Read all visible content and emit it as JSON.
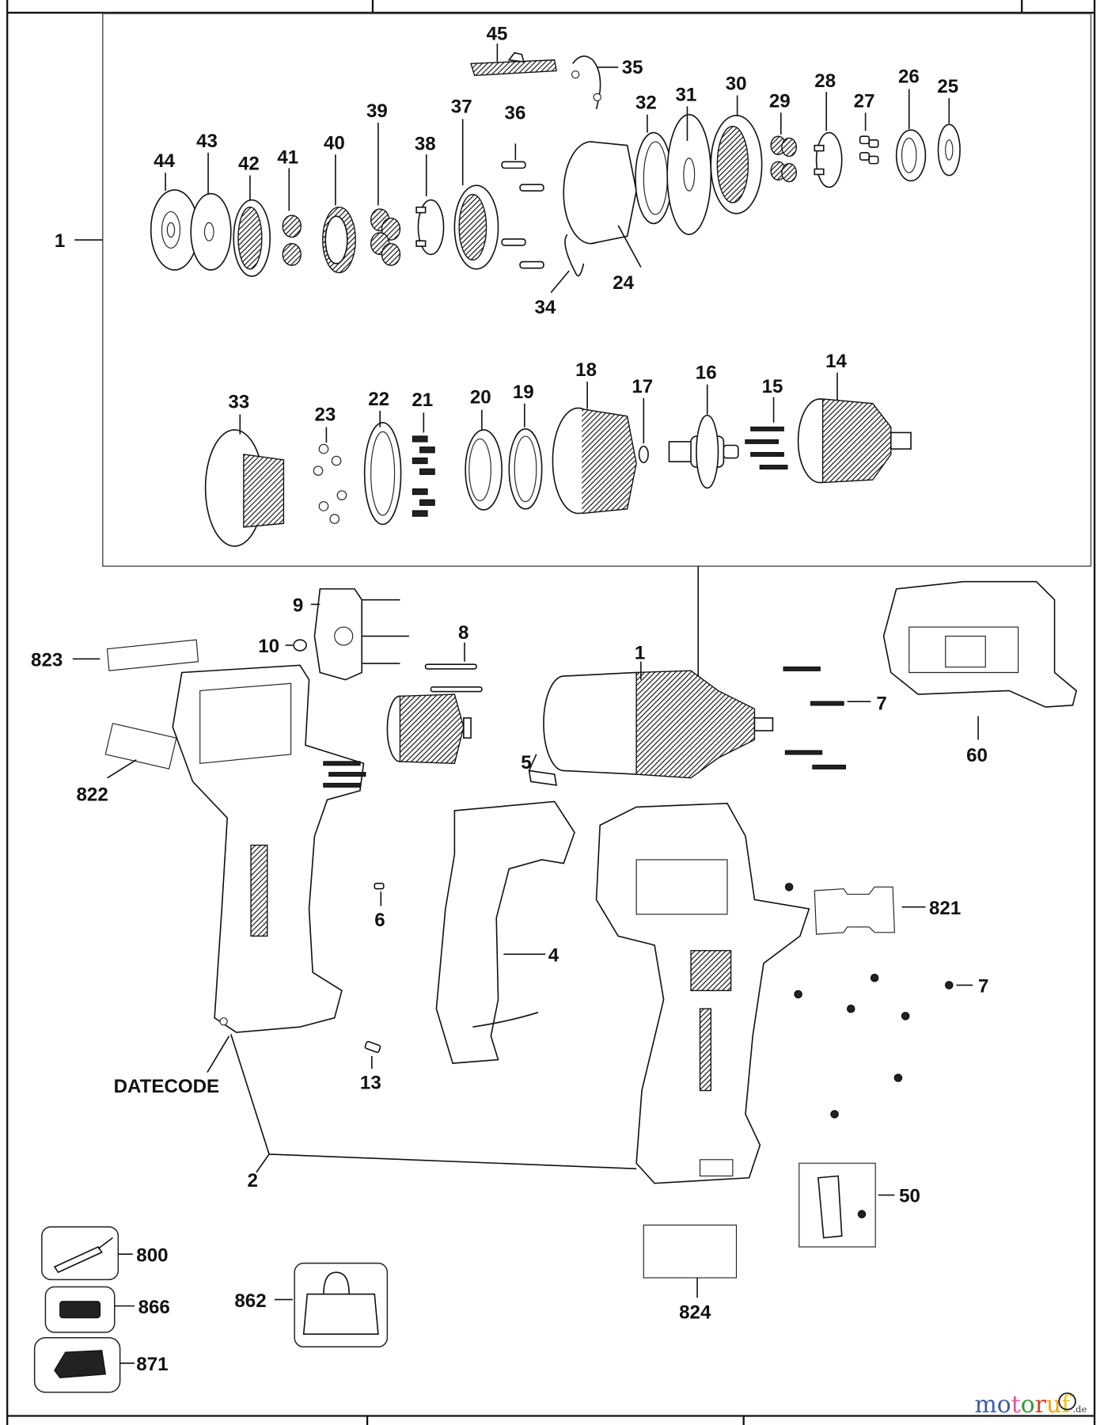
{
  "diagram": {
    "title": "Exploded parts diagram – cordless drill/driver",
    "callouts": {
      "top_row": [
        "45",
        "35",
        "44",
        "43",
        "42",
        "41",
        "40",
        "39",
        "38",
        "37",
        "36",
        "32",
        "31",
        "30",
        "29",
        "28",
        "27",
        "26",
        "25",
        "24",
        "34"
      ],
      "gear_assembly": "1",
      "second_row": [
        "33",
        "23",
        "22",
        "21",
        "20",
        "19",
        "18",
        "17",
        "16",
        "15",
        "14"
      ],
      "body": {
        "p9": "9",
        "p10": "10",
        "p8": "8",
        "p823": "823",
        "p822": "822",
        "p1": "1",
        "p7a": "7",
        "p60": "60",
        "p5": "5",
        "p6": "6",
        "p4": "4",
        "p821": "821",
        "p7b": "7",
        "p13": "13",
        "datecode": "DATECODE",
        "p2": "2",
        "p50": "50",
        "p824": "824"
      },
      "accessories": {
        "p800": "800",
        "p866": "866",
        "p871": "871",
        "p862": "862"
      }
    },
    "watermark": {
      "letters": [
        "m",
        "o",
        "t",
        "o",
        "r",
        "u",
        "f"
      ],
      "colors": [
        "#3b5bab",
        "#3b5bab",
        "#e8509b",
        "#2f9a3a",
        "#d8402a",
        "#f0a21c",
        "#f0c21c"
      ],
      "suffix": ".de",
      "copyright_symbol": "©"
    }
  }
}
